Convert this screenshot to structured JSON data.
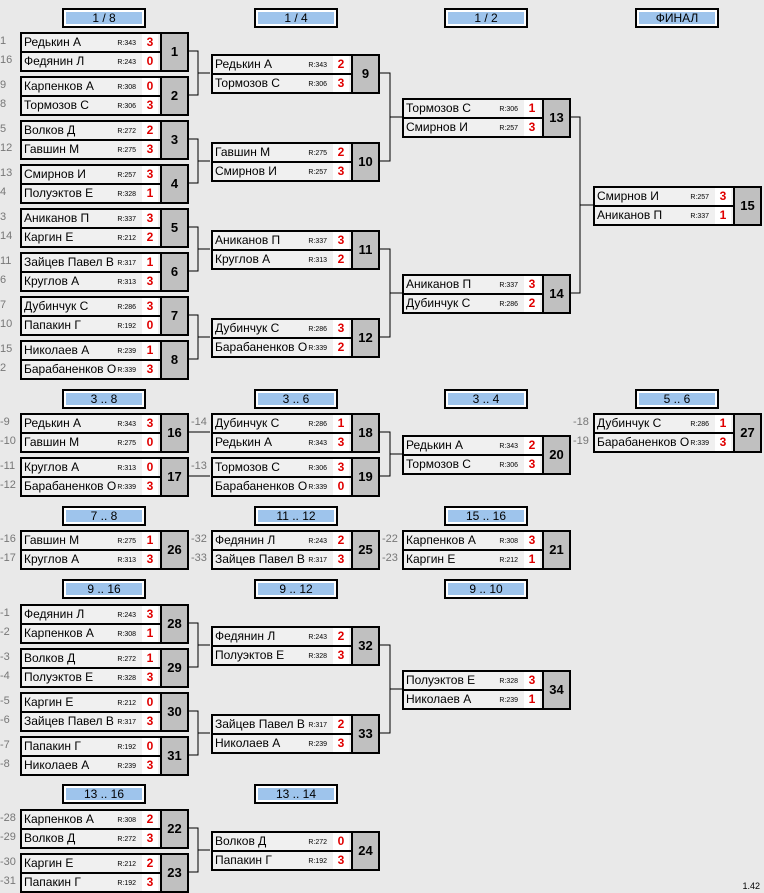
{
  "headers": [
    "1 / 8",
    "1 / 4",
    "1 / 2",
    "ФИНАЛ",
    "3 .. 8",
    "3 .. 6",
    "3 .. 4",
    "5 .. 6",
    "7 .. 8",
    "11 .. 12",
    "15 .. 16",
    "9 .. 16",
    "9 .. 12",
    "9 .. 10",
    "13 .. 16",
    "13 .. 14"
  ],
  "matches": [
    {
      "num": "1",
      "p1": {
        "name": "Редькин А",
        "r": "R:343",
        "s": "3",
        "seed": "1"
      },
      "p2": {
        "name": "Федянин Л",
        "r": "R:243",
        "s": "0",
        "seed": "16"
      }
    },
    {
      "num": "2",
      "p1": {
        "name": "Карпенков А",
        "r": "R:308",
        "s": "0",
        "seed": "9"
      },
      "p2": {
        "name": "Тормозов С",
        "r": "R:306",
        "s": "3",
        "seed": "8"
      }
    },
    {
      "num": "3",
      "p1": {
        "name": "Волков Д",
        "r": "R:272",
        "s": "2",
        "seed": "5"
      },
      "p2": {
        "name": "Гавшин М",
        "r": "R:275",
        "s": "3",
        "seed": "12"
      }
    },
    {
      "num": "4",
      "p1": {
        "name": "Смирнов И",
        "r": "R:257",
        "s": "3",
        "seed": "13"
      },
      "p2": {
        "name": "Полуэктов Е",
        "r": "R:328",
        "s": "1",
        "seed": "4"
      }
    },
    {
      "num": "5",
      "p1": {
        "name": "Аниканов П",
        "r": "R:337",
        "s": "3",
        "seed": "3"
      },
      "p2": {
        "name": "Каргин Е",
        "r": "R:212",
        "s": "2",
        "seed": "14"
      }
    },
    {
      "num": "6",
      "p1": {
        "name": "Зайцев Павел В",
        "r": "R:317",
        "s": "1",
        "seed": "11"
      },
      "p2": {
        "name": "Круглов А",
        "r": "R:313",
        "s": "3",
        "seed": "6"
      }
    },
    {
      "num": "7",
      "p1": {
        "name": "Дубинчук С",
        "r": "R:286",
        "s": "3",
        "seed": "7"
      },
      "p2": {
        "name": "Папакин Г",
        "r": "R:192",
        "s": "0",
        "seed": "10"
      }
    },
    {
      "num": "8",
      "p1": {
        "name": "Николаев А",
        "r": "R:239",
        "s": "1",
        "seed": "15"
      },
      "p2": {
        "name": "Барабаненков О",
        "r": "R:339",
        "s": "3",
        "seed": "2"
      }
    },
    {
      "num": "9",
      "p1": {
        "name": "Редькин А",
        "r": "R:343",
        "s": "2",
        "seed": ""
      },
      "p2": {
        "name": "Тормозов С",
        "r": "R:306",
        "s": "3",
        "seed": ""
      }
    },
    {
      "num": "10",
      "p1": {
        "name": "Гавшин М",
        "r": "R:275",
        "s": "2",
        "seed": ""
      },
      "p2": {
        "name": "Смирнов И",
        "r": "R:257",
        "s": "3",
        "seed": ""
      }
    },
    {
      "num": "11",
      "p1": {
        "name": "Аниканов П",
        "r": "R:337",
        "s": "3",
        "seed": ""
      },
      "p2": {
        "name": "Круглов А",
        "r": "R:313",
        "s": "2",
        "seed": ""
      }
    },
    {
      "num": "12",
      "p1": {
        "name": "Дубинчук С",
        "r": "R:286",
        "s": "3",
        "seed": ""
      },
      "p2": {
        "name": "Барабаненков О",
        "r": "R:339",
        "s": "2",
        "seed": ""
      }
    },
    {
      "num": "13",
      "p1": {
        "name": "Тормозов С",
        "r": "R:306",
        "s": "1",
        "seed": ""
      },
      "p2": {
        "name": "Смирнов И",
        "r": "R:257",
        "s": "3",
        "seed": ""
      }
    },
    {
      "num": "14",
      "p1": {
        "name": "Аниканов П",
        "r": "R:337",
        "s": "3",
        "seed": ""
      },
      "p2": {
        "name": "Дубинчук С",
        "r": "R:286",
        "s": "2",
        "seed": ""
      }
    },
    {
      "num": "15",
      "p1": {
        "name": "Смирнов И",
        "r": "R:257",
        "s": "3",
        "seed": ""
      },
      "p2": {
        "name": "Аниканов П",
        "r": "R:337",
        "s": "1",
        "seed": ""
      }
    },
    {
      "num": "16",
      "p1": {
        "name": "Редькин А",
        "r": "R:343",
        "s": "3",
        "seed": "-9"
      },
      "p2": {
        "name": "Гавшин М",
        "r": "R:275",
        "s": "0",
        "seed": "-10"
      }
    },
    {
      "num": "17",
      "p1": {
        "name": "Круглов А",
        "r": "R:313",
        "s": "0",
        "seed": "-11"
      },
      "p2": {
        "name": "Барабаненков О",
        "r": "R:339",
        "s": "3",
        "seed": "-12"
      }
    },
    {
      "num": "18",
      "p1": {
        "name": "Дубинчук С",
        "r": "R:286",
        "s": "1",
        "seed": "-14"
      },
      "p2": {
        "name": "Редькин А",
        "r": "R:343",
        "s": "3",
        "seed": ""
      }
    },
    {
      "num": "19",
      "p1": {
        "name": "Тормозов С",
        "r": "R:306",
        "s": "3",
        "seed": "-13"
      },
      "p2": {
        "name": "Барабаненков О",
        "r": "R:339",
        "s": "0",
        "seed": ""
      }
    },
    {
      "num": "20",
      "p1": {
        "name": "Редькин А",
        "r": "R:343",
        "s": "2",
        "seed": ""
      },
      "p2": {
        "name": "Тормозов С",
        "r": "R:306",
        "s": "3",
        "seed": ""
      }
    },
    {
      "num": "27",
      "p1": {
        "name": "Дубинчук С",
        "r": "R:286",
        "s": "1",
        "seed": "-18"
      },
      "p2": {
        "name": "Барабаненков О",
        "r": "R:339",
        "s": "3",
        "seed": "-19"
      }
    },
    {
      "num": "26",
      "p1": {
        "name": "Гавшин М",
        "r": "R:275",
        "s": "1",
        "seed": "-16"
      },
      "p2": {
        "name": "Круглов А",
        "r": "R:313",
        "s": "3",
        "seed": "-17"
      }
    },
    {
      "num": "25",
      "p1": {
        "name": "Федянин Л",
        "r": "R:243",
        "s": "2",
        "seed": "-32"
      },
      "p2": {
        "name": "Зайцев Павел В",
        "r": "R:317",
        "s": "3",
        "seed": "-33"
      }
    },
    {
      "num": "21",
      "p1": {
        "name": "Карпенков А",
        "r": "R:308",
        "s": "3",
        "seed": "-22"
      },
      "p2": {
        "name": "Каргин Е",
        "r": "R:212",
        "s": "1",
        "seed": "-23"
      }
    },
    {
      "num": "28",
      "p1": {
        "name": "Федянин Л",
        "r": "R:243",
        "s": "3",
        "seed": "-1"
      },
      "p2": {
        "name": "Карпенков А",
        "r": "R:308",
        "s": "1",
        "seed": "-2"
      }
    },
    {
      "num": "29",
      "p1": {
        "name": "Волков Д",
        "r": "R:272",
        "s": "1",
        "seed": "-3"
      },
      "p2": {
        "name": "Полуэктов Е",
        "r": "R:328",
        "s": "3",
        "seed": "-4"
      }
    },
    {
      "num": "30",
      "p1": {
        "name": "Каргин Е",
        "r": "R:212",
        "s": "0",
        "seed": "-5"
      },
      "p2": {
        "name": "Зайцев Павел В",
        "r": "R:317",
        "s": "3",
        "seed": "-6"
      }
    },
    {
      "num": "31",
      "p1": {
        "name": "Папакин Г",
        "r": "R:192",
        "s": "0",
        "seed": "-7"
      },
      "p2": {
        "name": "Николаев А",
        "r": "R:239",
        "s": "3",
        "seed": "-8"
      }
    },
    {
      "num": "32",
      "p1": {
        "name": "Федянин Л",
        "r": "R:243",
        "s": "2",
        "seed": ""
      },
      "p2": {
        "name": "Полуэктов Е",
        "r": "R:328",
        "s": "3",
        "seed": ""
      }
    },
    {
      "num": "33",
      "p1": {
        "name": "Зайцев Павел В",
        "r": "R:317",
        "s": "2",
        "seed": ""
      },
      "p2": {
        "name": "Николаев А",
        "r": "R:239",
        "s": "3",
        "seed": ""
      }
    },
    {
      "num": "34",
      "p1": {
        "name": "Полуэктов Е",
        "r": "R:328",
        "s": "3",
        "seed": ""
      },
      "p2": {
        "name": "Николаев А",
        "r": "R:239",
        "s": "1",
        "seed": ""
      }
    },
    {
      "num": "22",
      "p1": {
        "name": "Карпенков А",
        "r": "R:308",
        "s": "2",
        "seed": "-28"
      },
      "p2": {
        "name": "Волков Д",
        "r": "R:272",
        "s": "3",
        "seed": "-29"
      }
    },
    {
      "num": "23",
      "p1": {
        "name": "Каргин Е",
        "r": "R:212",
        "s": "2",
        "seed": "-30"
      },
      "p2": {
        "name": "Папакин Г",
        "r": "R:192",
        "s": "3",
        "seed": "-31"
      }
    },
    {
      "num": "24",
      "p1": {
        "name": "Волков Д",
        "r": "R:272",
        "s": "0",
        "seed": ""
      },
      "p2": {
        "name": "Папакин Г",
        "r": "R:192",
        "s": "3",
        "seed": ""
      }
    }
  ],
  "version": "1.42"
}
